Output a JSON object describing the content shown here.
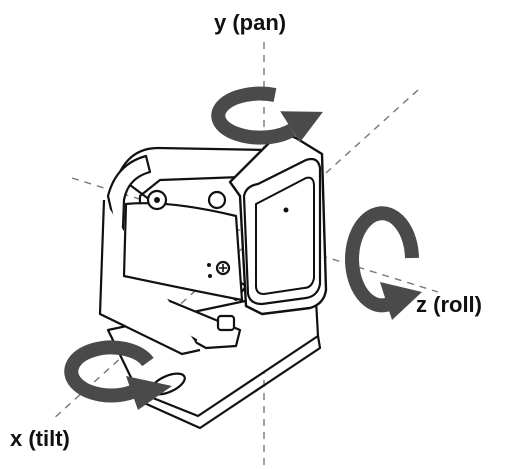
{
  "labels": {
    "y_axis": "y (pan)",
    "z_axis": "z (roll)",
    "x_axis": "x (tilt)"
  },
  "colors": {
    "arrow_fill": "#4a4a4a",
    "outline": "#111111",
    "axis_dash": "#777777",
    "background": "#ffffff"
  }
}
